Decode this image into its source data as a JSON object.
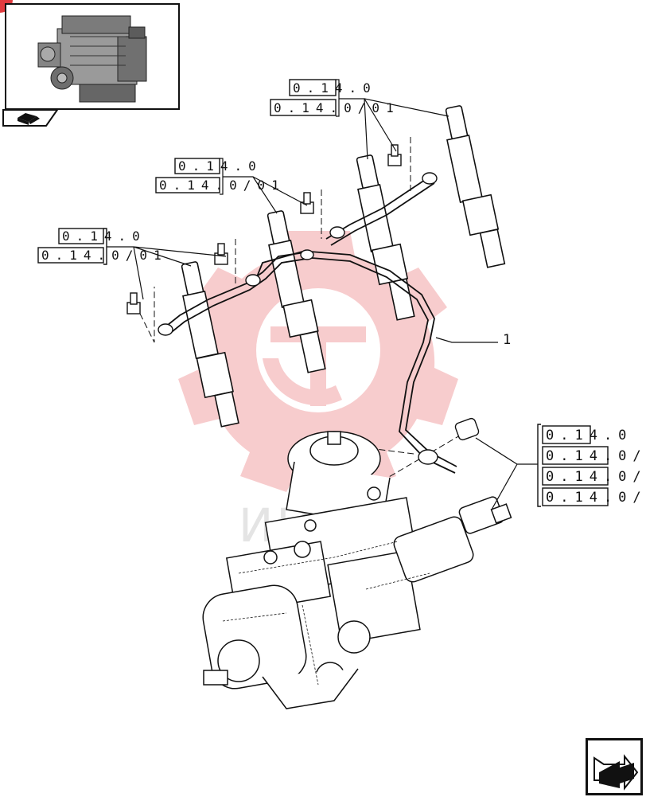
{
  "ref_code_a": "0.14.0",
  "ref_code_b": "0.14.0/01",
  "ref_code_c": "0.14.0/",
  "callout_item": "1",
  "watermark_text": "ИНБК",
  "colors": {
    "line": "#111111",
    "watermark": "#e8393f"
  },
  "icons": [
    "engine-thumbnail",
    "book-icon",
    "next-page-arrow-icon"
  ]
}
